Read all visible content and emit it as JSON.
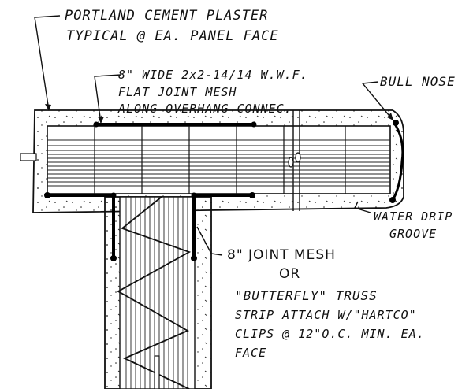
{
  "labels": {
    "plaster_line1": "PORTLAND CEMENT PLASTER",
    "plaster_line2": "TYPICAL @ EA. PANEL FACE",
    "mesh_line1": "8\" WIDE 2x2-14/14 W.W.F.",
    "mesh_line2": "FLAT JOINT MESH",
    "mesh_line3": "ALONG OVERHANG CONNEC.",
    "bull_nose": "BULL NOSE",
    "drip_line1": "WATER DRIP",
    "drip_line2": "GROOVE",
    "joint_mesh": "8\" JOINT MESH",
    "or": "OR",
    "truss_line1": "\"BUTTERFLY\" TRUSS",
    "truss_line2": "STRIP ATTACH W/\"HARTCO\"",
    "truss_line3": "CLIPS @ 12\"O.C. MIN. EA.",
    "truss_line4": "FACE"
  }
}
